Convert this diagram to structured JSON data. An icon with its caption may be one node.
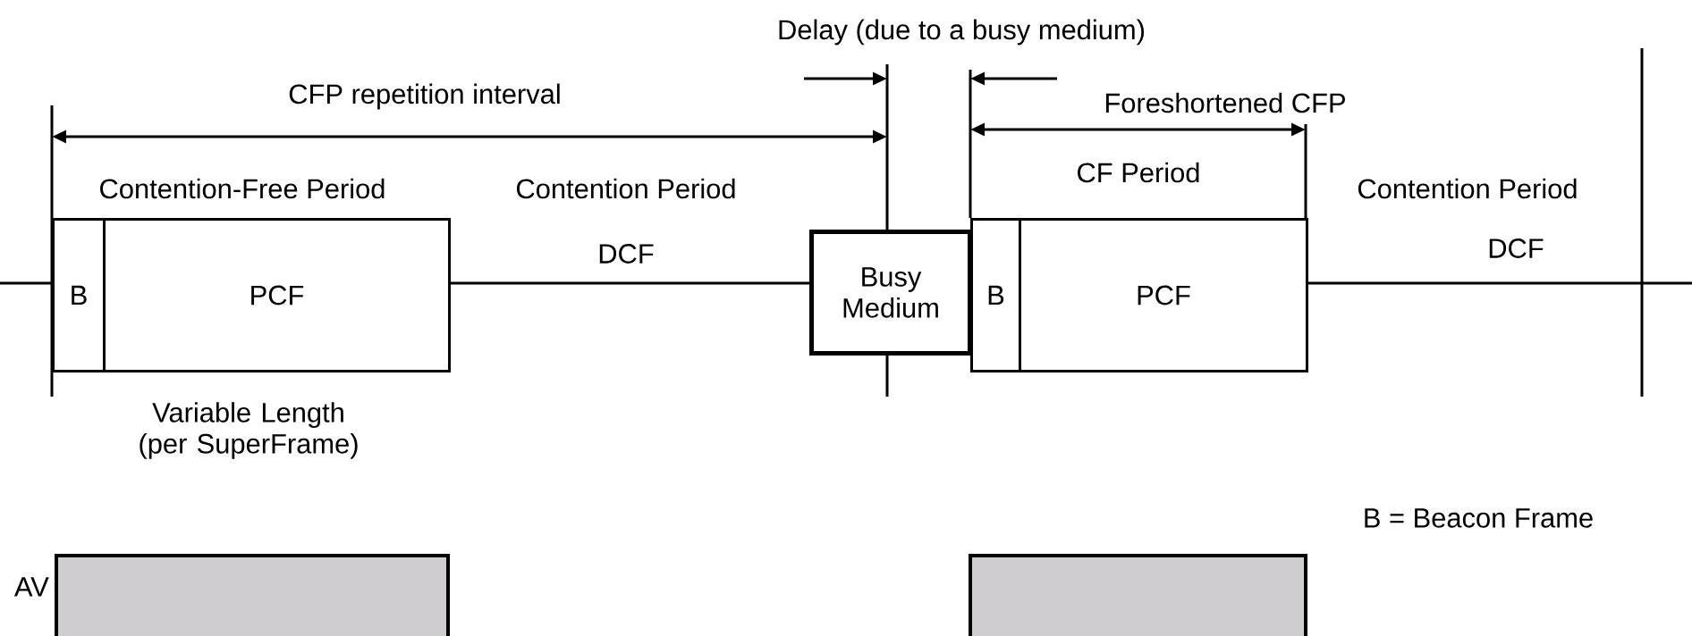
{
  "diagram": {
    "nodes": [
      {
        "text": [
          "B"
        ]
      },
      {
        "text": [
          "PCF"
        ]
      },
      {
        "text": [
          "Busy Medium"
        ]
      },
      {
        "text": [
          "B"
        ]
      },
      {
        "text": [
          "PCF"
        ]
      },
      {
        "text": [],
        "shape": "bar",
        "beside": [
          "AV"
        ]
      },
      {
        "text": [],
        "shape": "bar"
      }
    ],
    "labels": [
      "Delay (due to a busy medium)",
      "CFP repetition interval",
      "Foreshortened CFP",
      "Contention-Free Period",
      "Contention Period",
      "CF Period",
      "Contention Period",
      "DCF",
      "DCF",
      "Variable Length (per SuperFrame)",
      "B = Beacon Frame"
    ]
  }
}
